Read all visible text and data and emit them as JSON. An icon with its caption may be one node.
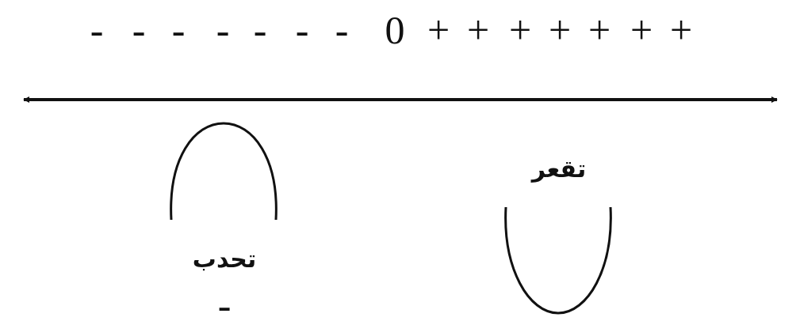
{
  "diagram": {
    "labels": [
      "-",
      "-",
      "-",
      "-",
      "-",
      "-",
      "-",
      "0",
      "+",
      "+",
      "+",
      "+",
      "+",
      "+",
      "+",
      "تقعر",
      "تحدب",
      "-"
    ]
  }
}
